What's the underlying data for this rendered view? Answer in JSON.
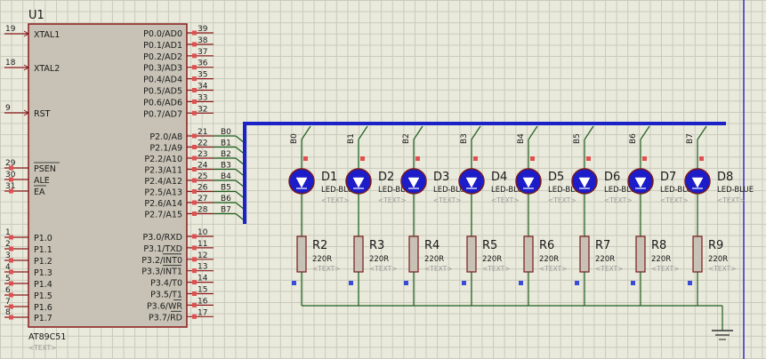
{
  "chip": {
    "ref": "U1",
    "part": "AT89C51",
    "text_tag": "<TEXT>",
    "left_pins": [
      {
        "num": "19",
        "label": "XTAL1"
      },
      {
        "num": "18",
        "label": "XTAL2"
      },
      {
        "num": "9",
        "label": "RST"
      },
      {
        "num": "29",
        "label": "PSEN"
      },
      {
        "num": "30",
        "label": "ALE"
      },
      {
        "num": "31",
        "label": "EA"
      },
      {
        "num": "1",
        "label": "P1.0"
      },
      {
        "num": "2",
        "label": "P1.1"
      },
      {
        "num": "3",
        "label": "P1.2"
      },
      {
        "num": "4",
        "label": "P1.3"
      },
      {
        "num": "5",
        "label": "P1.4"
      },
      {
        "num": "6",
        "label": "P1.5"
      },
      {
        "num": "7",
        "label": "P1.6"
      },
      {
        "num": "8",
        "label": "P1.7"
      }
    ],
    "right_pins": [
      {
        "num": "39",
        "label": "P0.0/AD0"
      },
      {
        "num": "38",
        "label": "P0.1/AD1"
      },
      {
        "num": "37",
        "label": "P0.2/AD2"
      },
      {
        "num": "36",
        "label": "P0.3/AD3"
      },
      {
        "num": "35",
        "label": "P0.4/AD4"
      },
      {
        "num": "34",
        "label": "P0.5/AD5"
      },
      {
        "num": "33",
        "label": "P0.6/AD6"
      },
      {
        "num": "32",
        "label": "P0.7/AD7"
      },
      {
        "num": "21",
        "label": "P2.0/A8",
        "net": "B0"
      },
      {
        "num": "22",
        "label": "P2.1/A9",
        "net": "B1"
      },
      {
        "num": "23",
        "label": "P2.2/A10",
        "net": "B2"
      },
      {
        "num": "24",
        "label": "P2.3/A11",
        "net": "B3"
      },
      {
        "num": "25",
        "label": "P2.4/A12",
        "net": "B4"
      },
      {
        "num": "26",
        "label": "P2.5/A13",
        "net": "B5"
      },
      {
        "num": "27",
        "label": "P2.6/A14",
        "net": "B6"
      },
      {
        "num": "28",
        "label": "P2.7/A15",
        "net": "B7"
      },
      {
        "num": "10",
        "label": "P3.0/RXD"
      },
      {
        "num": "11",
        "label": "P3.1/TXD"
      },
      {
        "num": "12",
        "label": "P3.2/INT0"
      },
      {
        "num": "13",
        "label": "P3.3/INT1"
      },
      {
        "num": "14",
        "label": "P3.4/T0"
      },
      {
        "num": "15",
        "label": "P3.5/T1"
      },
      {
        "num": "16",
        "label": "P3.6/WR"
      },
      {
        "num": "17",
        "label": "P3.7/RD"
      }
    ]
  },
  "leds": [
    {
      "ref": "D1",
      "net": "B0",
      "part": "LED-BLUE",
      "text_tag": "<TEXT>"
    },
    {
      "ref": "D2",
      "net": "B1",
      "part": "LED-BLUE",
      "text_tag": "<TEXT>"
    },
    {
      "ref": "D3",
      "net": "B2",
      "part": "LED-BLUE",
      "text_tag": "<TEXT>"
    },
    {
      "ref": "D4",
      "net": "B3",
      "part": "LED-BLUE",
      "text_tag": "<TEXT>"
    },
    {
      "ref": "D5",
      "net": "B4",
      "part": "LED-BLUE",
      "text_tag": "<TEXT>"
    },
    {
      "ref": "D6",
      "net": "B5",
      "part": "LED-BLUE",
      "text_tag": "<TEXT>"
    },
    {
      "ref": "D7",
      "net": "B6",
      "part": "LED-BLUE",
      "text_tag": "<TEXT>"
    },
    {
      "ref": "D8",
      "net": "B7",
      "part": "LED-BLUE",
      "text_tag": "<TEXT>"
    }
  ],
  "resistors": [
    {
      "ref": "R2",
      "value": "220R",
      "text_tag": "<TEXT>"
    },
    {
      "ref": "R3",
      "value": "220R",
      "text_tag": "<TEXT>"
    },
    {
      "ref": "R4",
      "value": "220R",
      "text_tag": "<TEXT>"
    },
    {
      "ref": "R5",
      "value": "220R",
      "text_tag": "<TEXT>"
    },
    {
      "ref": "R6",
      "value": "220R",
      "text_tag": "<TEXT>"
    },
    {
      "ref": "R7",
      "value": "220R",
      "text_tag": "<TEXT>"
    },
    {
      "ref": "R8",
      "value": "220R",
      "text_tag": "<TEXT>"
    },
    {
      "ref": "R9",
      "value": "220R",
      "text_tag": "<TEXT>"
    }
  ],
  "colors": {
    "grid_bg": "#e9e9dc",
    "wire": "#1b5e1b",
    "bus": "#1a22c8",
    "chip_fill": "#c7c2b5",
    "chip_border": "#8b1a1a",
    "led_fill": "#1c1cc8",
    "resistor_fill": "#c7c2b5",
    "pin_red": "#e05050",
    "pin_blue": "#3a4bd6",
    "margin_line": "#2c2cc8"
  }
}
